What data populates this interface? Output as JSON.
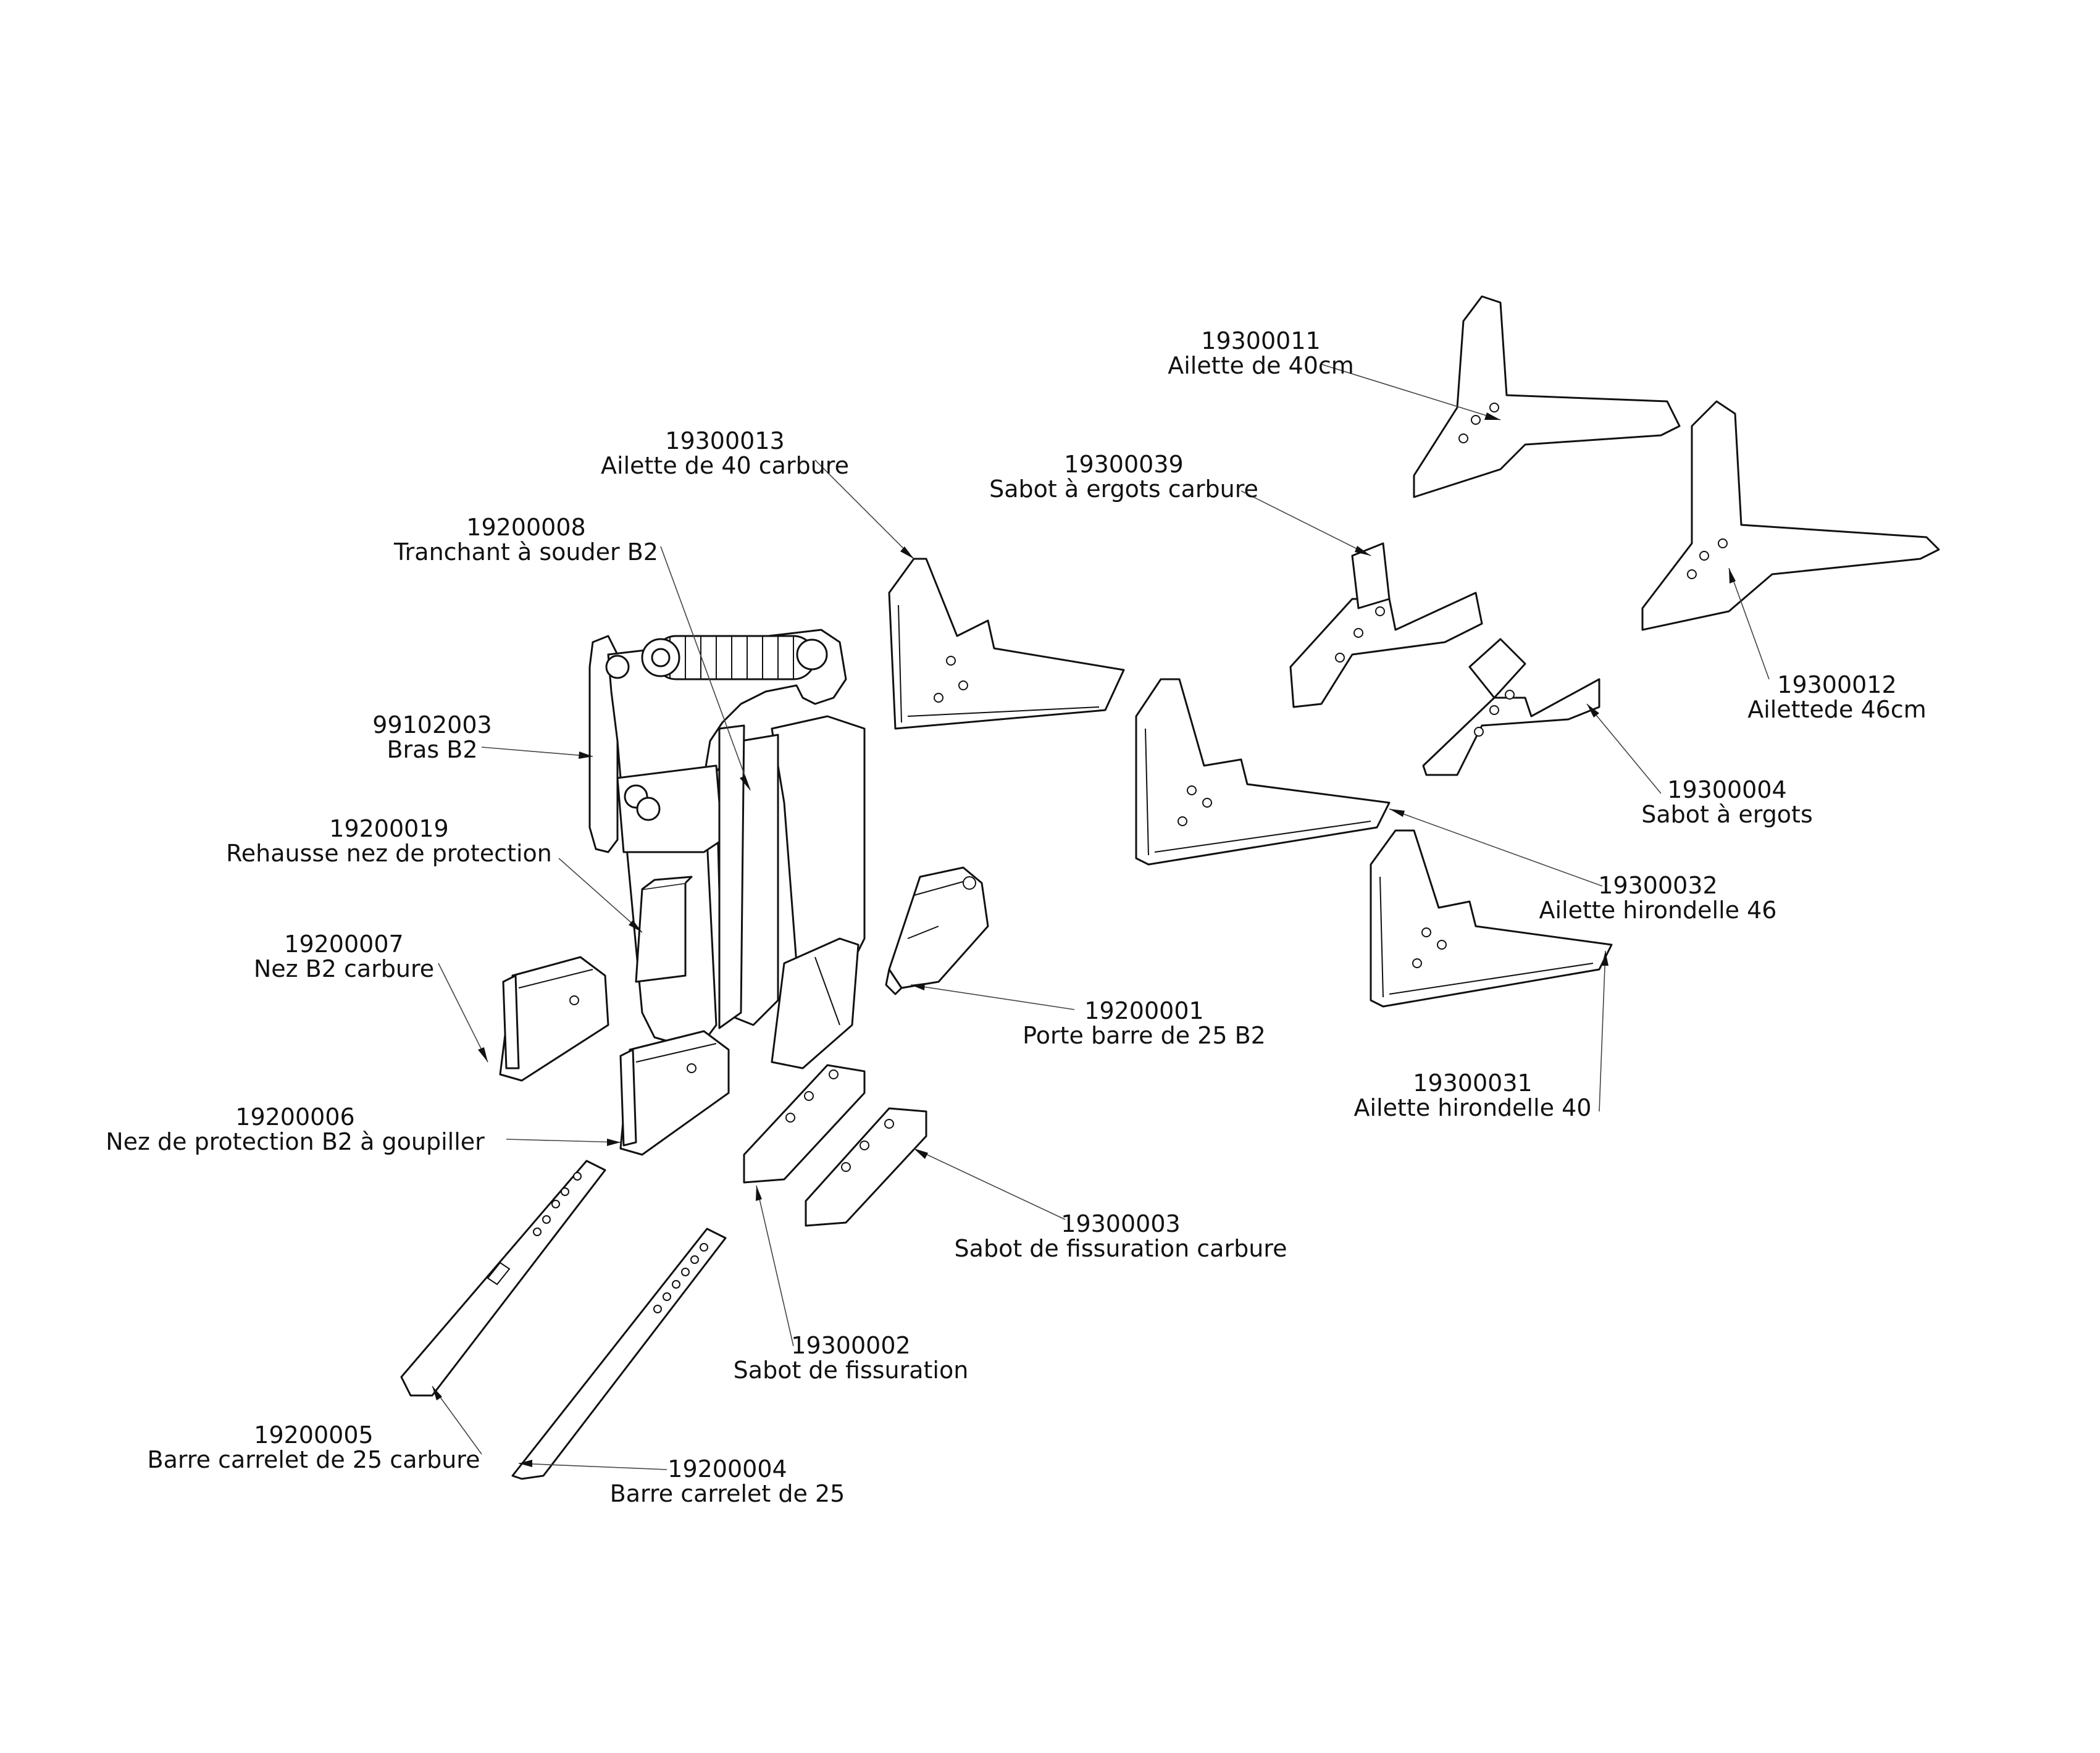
{
  "callouts": [
    {
      "code": "19300011",
      "name": "Ailette de 40cm"
    },
    {
      "code": "19300013",
      "name": "Ailette de 40 carbure"
    },
    {
      "code": "19300039",
      "name": "Sabot à ergots carbure"
    },
    {
      "code": "19200008",
      "name": "Tranchant à souder B2"
    },
    {
      "code": "99102003",
      "name": "Bras B2"
    },
    {
      "code": "19300012",
      "name": "Ailettede 46cm"
    },
    {
      "code": "19200019",
      "name": "Rehausse nez de protection"
    },
    {
      "code": "19300004",
      "name": "Sabot à ergots"
    },
    {
      "code": "19300032",
      "name": "Ailette hirondelle 46"
    },
    {
      "code": "19200007",
      "name": "Nez B2 carbure"
    },
    {
      "code": "19200001",
      "name": "Porte barre de 25 B2"
    },
    {
      "code": "19300031",
      "name": "Ailette hirondelle 40"
    },
    {
      "code": "19200006",
      "name": "Nez de protection B2 à goupiller"
    },
    {
      "code": "19300003",
      "name": "Sabot de fissuration carbure"
    },
    {
      "code": "19300002",
      "name": "Sabot de fissuration"
    },
    {
      "code": "19200005",
      "name": "Barre carrelet de 25 carbure"
    },
    {
      "code": "19200004",
      "name": "Barre carrelet de 25"
    }
  ]
}
